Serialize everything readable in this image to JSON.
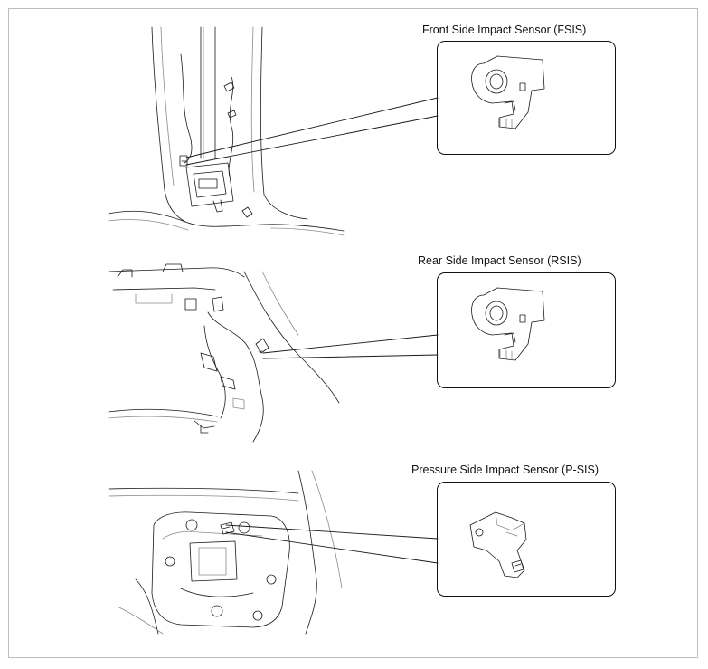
{
  "sensors": [
    {
      "label": "Front Side Impact Sensor (FSIS)",
      "icon": "fsis-sensor-icon"
    },
    {
      "label": "Rear Side Impact Sensor (RSIS)",
      "icon": "rsis-sensor-icon"
    },
    {
      "label": "Pressure Side Impact Sensor (P-SIS)",
      "icon": "psis-sensor-icon"
    }
  ],
  "colors": {
    "line": "#1a1a1a",
    "light_line": "#8a8a8a",
    "frame": "#bdbdbd"
  }
}
